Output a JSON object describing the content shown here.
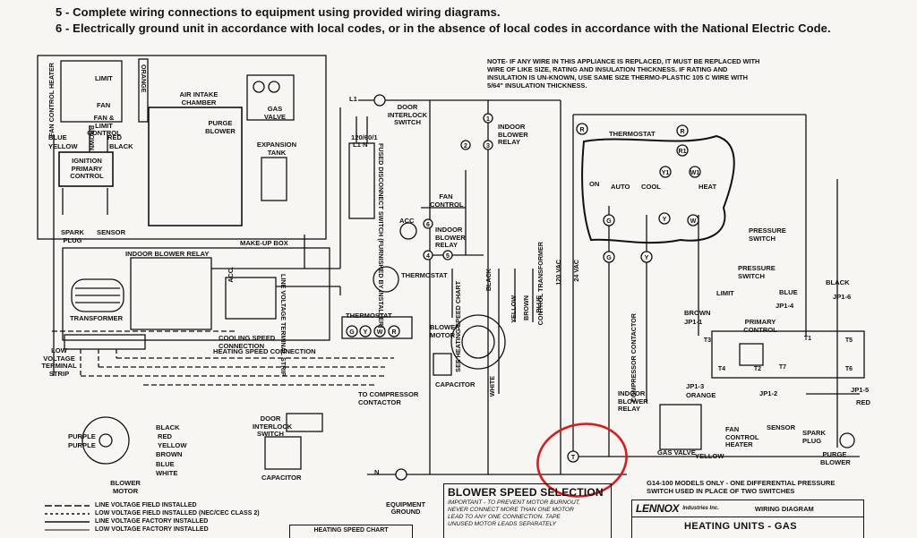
{
  "instructions": {
    "line5": "5 - Complete wiring connections to equipment using provided wiring diagrams.",
    "line6": "6 - Electrically ground unit in accordance with local codes, or in the absence of local codes in accordance with the National Electric Code."
  },
  "note": "NOTE- IF ANY WIRE IN THIS APPLIANCE IS REPLACED, IT MUST BE REPLACED WITH WIRE OF LIKE SIZE, RATING AND INSULATION THICKNESS. IF RATING AND INSULATION IS UN-KNOWN, USE SAME SIZE THERMO-PLASTIC 105 C WIRE WITH 5/64\" INSULATION THICKNESS.",
  "labels": {
    "limit": "LIMIT",
    "fan": "FAN",
    "fan_limit_control": "FAN & LIMIT CONTROL",
    "fan_control_heater": "FAN CONTROL HEATER",
    "orange": "ORANGE",
    "brown": "BROWN",
    "air_intake_chamber": "AIR INTAKE CHAMBER",
    "purge_blower": "PURGE BLOWER",
    "gas_valve": "GAS VALVE",
    "expansion_tank": "EXPANSION TANK",
    "blue": "BLUE",
    "yellow": "YELLOW",
    "red": "RED",
    "black": "BLACK",
    "ignition_primary_control": "IGNITION PRIMARY CONTROL",
    "spark_plug": "SPARK PLUG",
    "sensor": "SENSOR",
    "fused_disconnect": "FUSED DISCONNECT SWITCH (FURNISHED BY INSTALLER)",
    "volts": "120/60/1",
    "l1_n": "L1 N",
    "make_up_box": "MAKE-UP BOX",
    "indoor_blower_relay": "INDOOR BLOWER RELAY",
    "transformer": "TRANSFORMER",
    "acc": "ACC.",
    "line_voltage_terminal_strip": "LINE VOLTAGE TERMINAL STRIP",
    "low_voltage_terminal_strip": "LOW VOLTAGE TERMINAL STRIP",
    "cooling_speed_connection": "COOLING SPEED CONNECTION",
    "heating_speed_connection": "HEATING SPEED CONNECTION",
    "thermostat": "THERMOSTAT",
    "to_compressor_contactor": "TO COMPRESSOR CONTACTOR",
    "door_interlock_switch": "DOOR INTERLOCK SWITCH",
    "capacitor": "CAPACITOR",
    "purple": "PURPLE",
    "white": "WHITE",
    "blower_motor": "BLOWER MOTOR",
    "l1": "L1",
    "n": "N",
    "indoor_blower_relay_upper": "INDOOR BLOWER RELAY",
    "fan_control": "FAN CONTROL",
    "acc_short": "ACC",
    "see_heating_speed_chart": "SEE HEATING SPEED CHART",
    "control_transformer": "CONTROL TRANSFORMER",
    "vac_24": "24 VAC",
    "vac_120": "120 VAC",
    "compressor_contactor": "COMPRESSOR CONTACTOR",
    "on": "ON",
    "auto": "AUTO",
    "cool": "COOL",
    "heat": "HEAT",
    "pressure_switch": "PRESSURE SWITCH",
    "primary_control": "PRIMARY CONTROL",
    "jp1_6": "JP1-6",
    "jp1_4": "JP1-4",
    "jp1_1": "JP1-1",
    "jp1_3": "JP1-3",
    "jp1_2": "JP1-2",
    "jp1_5": "JP1-5",
    "equipment_ground": "EQUIPMENT GROUND",
    "g14_note": "G14-100 MODELS ONLY - ONE DIFFERENTIAL PRESSURE SWITCH USED IN PLACE OF TWO SWITCHES",
    "terminals": [
      "R",
      "R1",
      "Y1",
      "W1",
      "G",
      "Y",
      "W",
      "T",
      "T1",
      "T2",
      "T3",
      "T4",
      "T5",
      "T6",
      "T7"
    ],
    "thermostat_terms": [
      "G",
      "Y",
      "W",
      "R"
    ],
    "lim_sw_nums": [
      "1",
      "2",
      "3",
      "4",
      "5",
      "6"
    ]
  },
  "blower_speed": {
    "title": "BLOWER SPEED SELECTION",
    "lines": [
      "IMPORTANT - TO PREVENT MOTOR BURNOUT,",
      "NEVER CONNECT MORE THAN ONE MOTOR",
      "LEAD TO ANY ONE CONNECTION. TAPE",
      "UNUSED MOTOR LEADS SEPARATELY"
    ]
  },
  "legend": {
    "items": [
      "LINE VOLTAGE FIELD INSTALLED",
      "LOW VOLTAGE FIELD INSTALLED (NEC/CEC CLASS 2)",
      "LINE VOLTAGE FACTORY INSTALLED",
      "LOW VOLTAGE FACTORY INSTALLED"
    ]
  },
  "heating_speed_chart": "HEATING SPEED CHART",
  "title_block": {
    "brand": "LENNOX",
    "brand_suffix": "Industries Inc.",
    "doc_type": "WIRING DIAGRAM",
    "title": "HEATING UNITS - GAS"
  },
  "colors": {
    "ink": "#111111",
    "paper": "#f7f6f2",
    "highlight": "#e0181b"
  }
}
